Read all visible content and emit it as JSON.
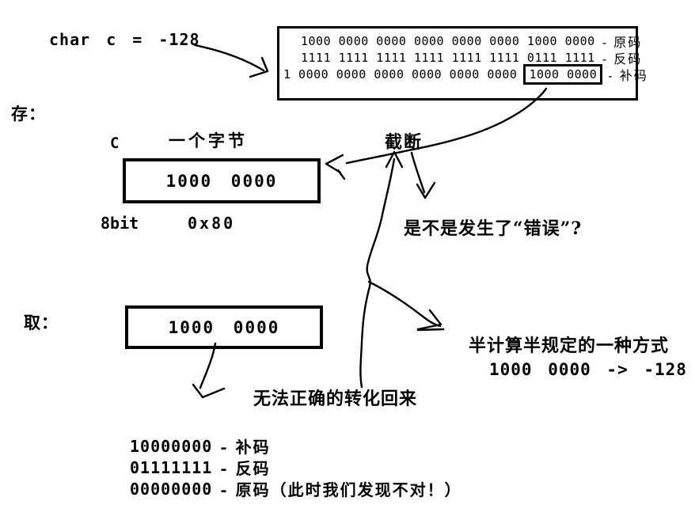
{
  "declaration": {
    "text": "char c = -128"
  },
  "conversion_box": {
    "rows": [
      {
        "bits": "1000 0000 0000 0000 0000 0000 1000 0000",
        "label": "- 原码"
      },
      {
        "bits": "1111 1111 1111 1111 1111 1111 0111 1111",
        "label": "- 反码"
      },
      {
        "prefix": "1 0000 0000 0000 0000 0000 0000",
        "highlight": "1000 0000",
        "label": "- 补码"
      }
    ]
  },
  "store": {
    "section_label": "存：",
    "var_label": "C",
    "byte_label": "一个字节",
    "box_value": "1000 0000",
    "bit_width_label": "8bit",
    "hex_label": "0x80"
  },
  "truncation_label": "截断",
  "error_question": "是不是发生了“错误”?",
  "fetch": {
    "section_label": "取：",
    "box_value": "1000 0000"
  },
  "convention_note": {
    "line1": "半计算半规定的一种方式",
    "line2": "1000 0000 -> -128"
  },
  "cannot_convert_note": "无法正确的转化回来",
  "reverse_steps": {
    "rows": [
      {
        "bits": "10000000",
        "label": "- 补码"
      },
      {
        "bits": "01111111",
        "label": "- 反码"
      },
      {
        "bits": "00000000",
        "label": "- 原码（此时我们发现不对！）"
      }
    ]
  },
  "colors": {
    "ink": "#000000",
    "background": "#ffffff"
  }
}
